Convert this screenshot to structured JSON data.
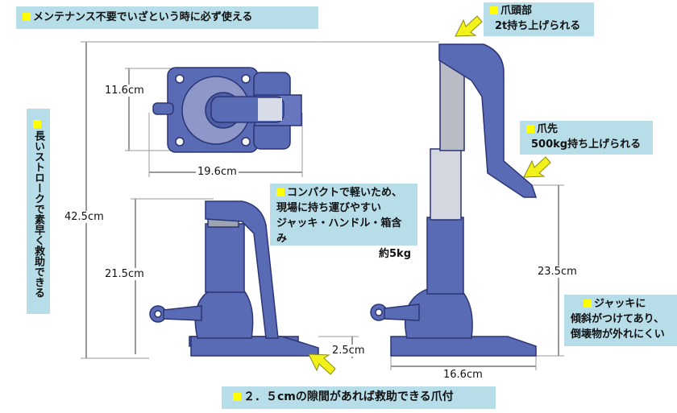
{
  "banner_top": "メンテナンス不要でいざという時に必ず使える",
  "side_note": "長いストロークで素早く救助できる",
  "compact_note": [
    "コンパクトで軽いため、",
    "現場に持ち運びやすい",
    "ジャッキ・ハンドル・箱含み",
    "約5kg"
  ],
  "claw_head_note": [
    "爪頭部",
    "2t持ち上げられる"
  ],
  "claw_tip_note": [
    "爪先",
    "500kg持ち上げられる"
  ],
  "tilt_note": [
    "ジャッキに",
    "傾斜がつけてあり、",
    "倒壊物が外れにくい"
  ],
  "banner_bottom": "２．５cmの隙間があれば救助できる爪付",
  "dimensions": {
    "total_height": "42.5cm",
    "top_depth": "11.6cm",
    "top_width": "19.6cm",
    "base_height": "21.5cm",
    "claw_gap": "2.5cm",
    "claw_tip_height": "23.5cm",
    "base_width": "16.6cm"
  },
  "colors": {
    "note_bg": "#b7dde8",
    "bullet": "#ffff00",
    "jack_body": "#5a6bb5",
    "jack_outline": "#2b3575",
    "arrow": "#f2f21a"
  }
}
